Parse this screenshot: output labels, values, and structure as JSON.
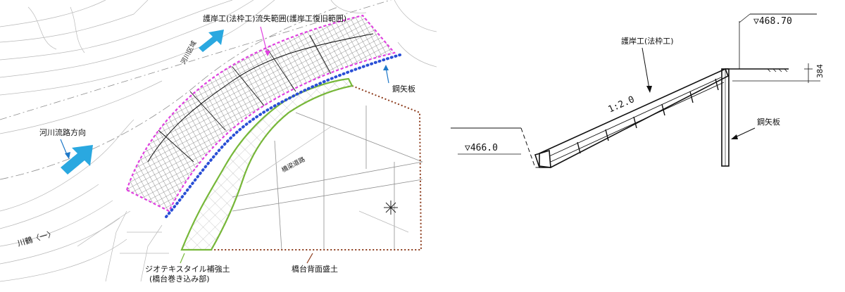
{
  "plan_view": {
    "labels": {
      "revetment_loss_range": "護岸工(法枠工)流失範囲(護岸工復旧範囲)",
      "steel_sheet_pile": "鋼矢板",
      "river_flow_direction": "河川流路方向",
      "geotextile_line1": "ジオテキスタイル補強土",
      "geotextile_line2": "(橋台巻き込み部)",
      "abutment_back_fill": "橋台背面盛土",
      "river_name": "川鶴〈一〉"
    },
    "colors": {
      "loss_range": "#e040e0",
      "sheet_pile": "#2a4fd6",
      "geotextile": "#77b83a",
      "back_fill": "#8b3a1a",
      "flow_arrow": "#1e9ad6",
      "label_arrow": "#1e78c8"
    }
  },
  "section_view": {
    "labels": {
      "top_elevation": "▽468.70",
      "bottom_elevation": "▽466.0",
      "revetment": "護岸工(法枠工)",
      "slope": "1:2.0",
      "steel_sheet_pile": "鋼矢板",
      "dimension": "384"
    }
  }
}
